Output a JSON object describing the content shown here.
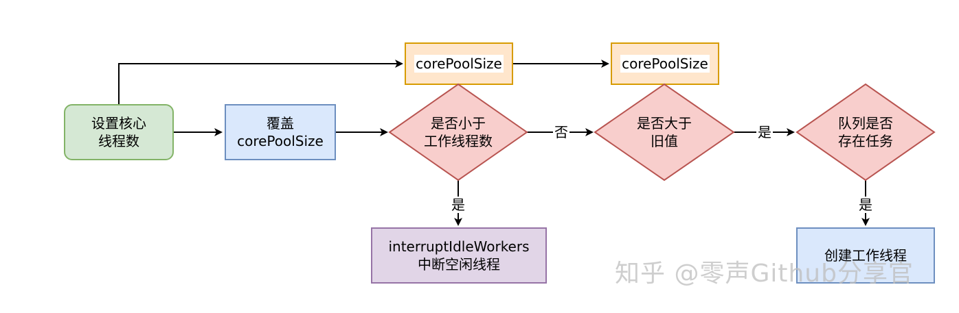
{
  "nodes": {
    "set_core": {
      "line1": "设置核心",
      "line2": "线程数"
    },
    "override": {
      "line1": "覆盖",
      "line2": "corePoolSize"
    },
    "tag_core_1": {
      "label": "corePoolSize"
    },
    "tag_core_2": {
      "label": "corePoolSize"
    },
    "less_than_workers": {
      "line1": "是否小于",
      "line2": "工作线程数"
    },
    "greater_than_old": {
      "line1": "是否大于",
      "line2": "旧值"
    },
    "queue_has_tasks": {
      "line1": "队列是否",
      "line2": "存在任务"
    },
    "interrupt": {
      "line1": "interruptIdleWorkers",
      "line2": "中断空闲线程"
    },
    "create_worker": {
      "label": "创建工作线程"
    }
  },
  "edge_labels": {
    "no": "否",
    "yes_down_1": "是",
    "yes_right": "是",
    "yes_down_2": "是"
  },
  "watermark": "知乎 @零声Github分享官",
  "colors": {
    "green_fill": "#d5e8d4",
    "green_stroke": "#82b366",
    "blue_fill": "#dae8fc",
    "blue_stroke": "#6c8ebf",
    "orange_fill": "#ffe6cc",
    "orange_stroke": "#d79b00",
    "red_fill": "#f8cecc",
    "red_stroke": "#b85450",
    "purple_fill": "#e1d5e7",
    "purple_stroke": "#9673a6"
  }
}
